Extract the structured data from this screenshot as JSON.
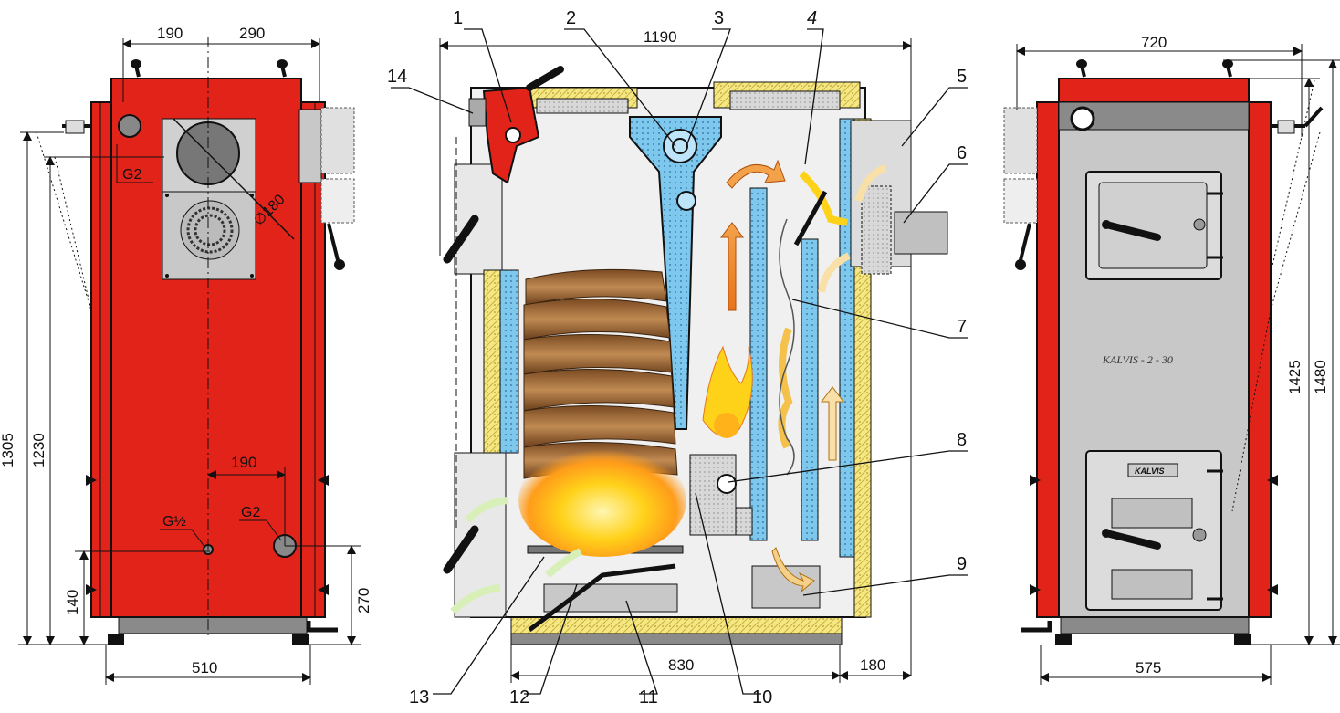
{
  "dims": {
    "front_190": "190",
    "front_290": "290",
    "front_1305": "1305",
    "front_1230": "1230",
    "front_140": "140",
    "front_270": "270",
    "front_190b": "190",
    "front_510": "510",
    "sec_1190": "1190",
    "sec_830": "830",
    "sec_180": "180",
    "back_720": "720",
    "back_1425": "1425",
    "back_1480": "1480",
    "back_575": "575"
  },
  "connections": {
    "g2_top": "G2",
    "d180": "∅180",
    "g_half": "G½",
    "g2_bottom": "G2"
  },
  "callouts": [
    "1",
    "2",
    "3",
    "4",
    "5",
    "6",
    "7",
    "8",
    "9",
    "10",
    "11",
    "12",
    "13",
    "14"
  ],
  "brand": {
    "model": "KALVIS - 2 - 30",
    "badge": "KALVIS"
  },
  "colors": {
    "body_red": "#e2231a",
    "steel_grey": "#c8c8c8",
    "water_blue": "#7ec8ee",
    "insulation_yellow": "#f2e27a",
    "wood_brown": "#a0703c",
    "flame_yellow": "#ffd21a"
  }
}
